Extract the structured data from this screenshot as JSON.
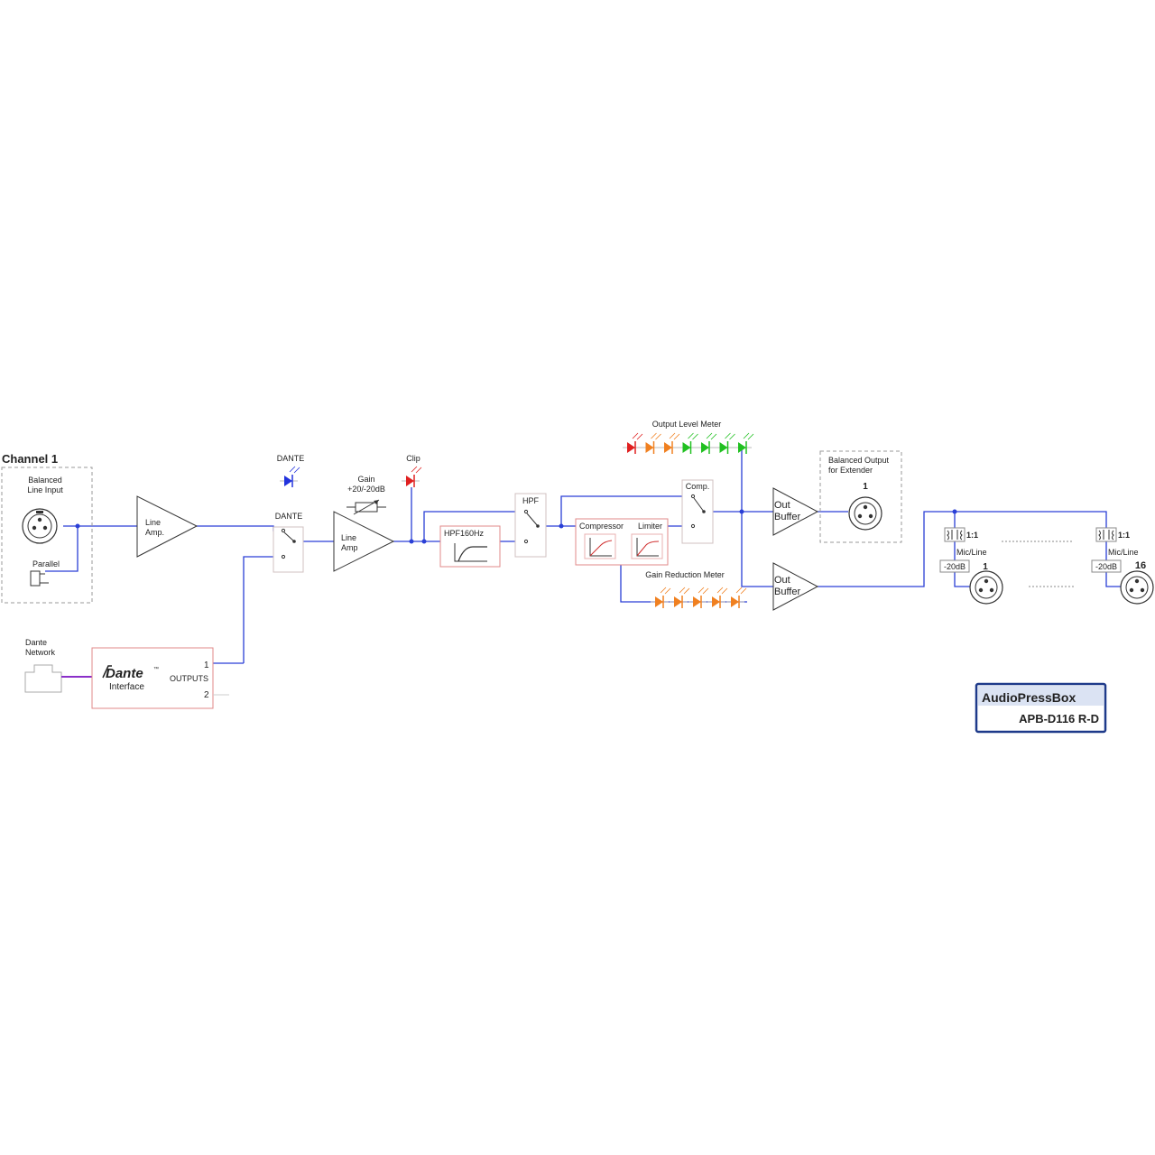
{
  "channel_title": "Channel 1",
  "input": {
    "label_1": "Balanced",
    "label_2": "Line Input",
    "parallel_label": "Parallel"
  },
  "line_amp_1": {
    "label_1": "Line",
    "label_2": "Amp."
  },
  "dante_led": {
    "label": "DANTE",
    "color": "#2233dd"
  },
  "dante_switch": {
    "label": "DANTE"
  },
  "gain": {
    "label_1": "Gain",
    "label_2": "+20/-20dB"
  },
  "line_amp_2": {
    "label_1": "Line",
    "label_2": "Amp"
  },
  "clip_led": {
    "label": "Clip",
    "color": "#e02020"
  },
  "hpf_filter": {
    "label": "HPF160Hz"
  },
  "hpf_switch": {
    "label": "HPF"
  },
  "dynamics": {
    "compressor_label": "Compressor",
    "limiter_label": "Limiter",
    "comp_switch_label": "Comp."
  },
  "output_level_meter": {
    "label": "Output Level Meter",
    "led_colors": [
      "#e02020",
      "#f08020",
      "#f08020",
      "#20c020",
      "#20c020",
      "#20c020",
      "#20c020"
    ]
  },
  "gain_reduction_meter": {
    "label": "Gain Reduction Meter",
    "led_colors": [
      "#f08020",
      "#f08020",
      "#f08020",
      "#f08020",
      "#f08020"
    ]
  },
  "out_buffer_1": {
    "label_1": "Out",
    "label_2": "Buffer"
  },
  "out_buffer_2": {
    "label_1": "Out",
    "label_2": "Buffer"
  },
  "extender_output": {
    "label_1": "Balanced Output",
    "label_2": "for Extender",
    "number": "1"
  },
  "output_1": {
    "ratio": "1:1",
    "mode": "Mic/Line",
    "pad": "-20dB",
    "number": "1"
  },
  "output_16": {
    "ratio": "1:1",
    "mode": "Mic/Line",
    "pad": "-20dB",
    "number": "16"
  },
  "dante_network": {
    "label_1": "Dante",
    "label_2": "Network"
  },
  "dante_interface": {
    "logo": "Dante",
    "tm": "™",
    "label": "Interface",
    "outputs_label": "OUTPUTS",
    "out_1": "1",
    "out_2": "2"
  },
  "brand": {
    "name": "AudioPressBox",
    "model": "APB-D116 R-D",
    "color": "#1e3a8a"
  },
  "wire_color": "#2a3fd6"
}
